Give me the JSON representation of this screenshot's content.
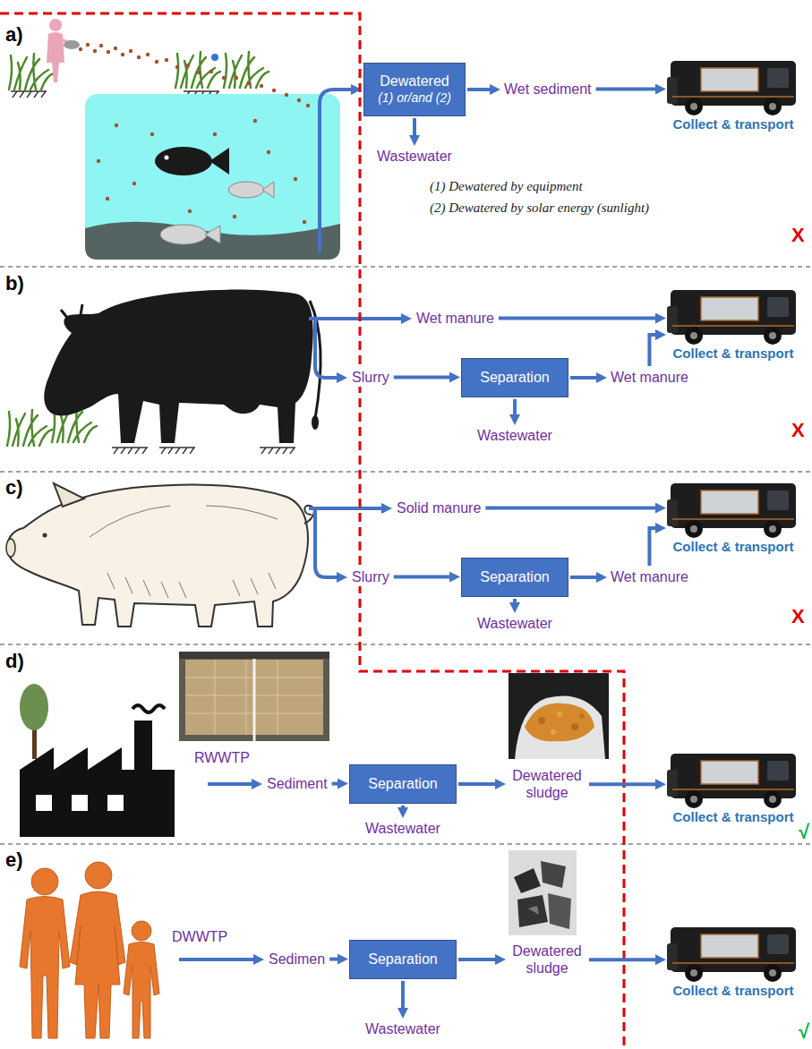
{
  "diagram": {
    "nodes": [
      {
        "text": [
          "Dewatered",
          "(1) or/and (2)"
        ]
      },
      {
        "text": [
          "Wet sediment"
        ]
      },
      {
        "text": [
          "Wastewater"
        ]
      },
      {
        "text": [
          "Collect & transport"
        ]
      },
      {
        "text": [
          "Wet manure"
        ]
      },
      {
        "text": [
          "Slurry"
        ]
      },
      {
        "text": [
          "Separation"
        ]
      },
      {
        "text": [
          "Wet manure"
        ]
      },
      {
        "text": [
          "Wastewater"
        ]
      },
      {
        "text": [
          "Collect & transport"
        ]
      },
      {
        "text": [
          "Solid manure"
        ]
      },
      {
        "text": [
          "Slurry"
        ]
      },
      {
        "text": [
          "Separation"
        ]
      },
      {
        "text": [
          "Wet manure"
        ]
      },
      {
        "text": [
          "Wastewater"
        ]
      },
      {
        "text": [
          "Collect & transport"
        ]
      },
      {
        "text": [
          "Sediment"
        ]
      },
      {
        "text": [
          "Separation"
        ]
      },
      {
        "text": [
          "Wastewater"
        ]
      },
      {
        "text": [
          "Dewatered sludge"
        ]
      },
      {
        "text": [
          "Collect & transport"
        ]
      },
      {
        "text": [
          "Sedimen"
        ]
      },
      {
        "text": [
          "Separation"
        ]
      },
      {
        "text": [
          "Wastewater"
        ]
      },
      {
        "text": [
          "Dewatered sludge"
        ]
      },
      {
        "text": [
          "Collect & transport"
        ]
      }
    ],
    "edges": [
      {
        "from": 0,
        "to": 1,
        "arrow": "to"
      },
      {
        "from": 0,
        "to": 2,
        "arrow": "to"
      },
      {
        "from": 1,
        "to": 3,
        "arrow": "to"
      },
      {
        "from": 4,
        "to": 9,
        "arrow": "to"
      },
      {
        "from": 5,
        "to": 6,
        "arrow": "to"
      },
      {
        "from": 6,
        "to": 7,
        "arrow": "to"
      },
      {
        "from": 6,
        "to": 8,
        "arrow": "to"
      },
      {
        "from": 7,
        "to": 9,
        "arrow": "to"
      },
      {
        "from": 10,
        "to": 15,
        "arrow": "to"
      },
      {
        "from": 11,
        "to": 12,
        "arrow": "to"
      },
      {
        "from": 12,
        "to": 13,
        "arrow": "to"
      },
      {
        "from": 12,
        "to": 14,
        "arrow": "to"
      },
      {
        "from": 13,
        "to": 15,
        "arrow": "to"
      },
      {
        "from": 16,
        "to": 17,
        "arrow": "to"
      },
      {
        "from": 17,
        "to": 18,
        "arrow": "to"
      },
      {
        "from": 17,
        "to": 19,
        "arrow": "to"
      },
      {
        "from": 19,
        "to": 20,
        "arrow": "to"
      },
      {
        "from": 21,
        "to": 22,
        "arrow": "to"
      },
      {
        "from": 22,
        "to": 23,
        "arrow": "to"
      },
      {
        "from": 22,
        "to": 24,
        "arrow": "to"
      },
      {
        "from": 24,
        "to": 25,
        "arrow": "to"
      }
    ],
    "labels": [
      "a)",
      "(1) Dewatered by equipment",
      "(2) Dewatered by solar energy (sunlight)",
      "X",
      "b)",
      "X",
      "c)",
      "X",
      "d)",
      "RWWTP",
      "√",
      "e)",
      "DWWTP",
      "√"
    ]
  }
}
